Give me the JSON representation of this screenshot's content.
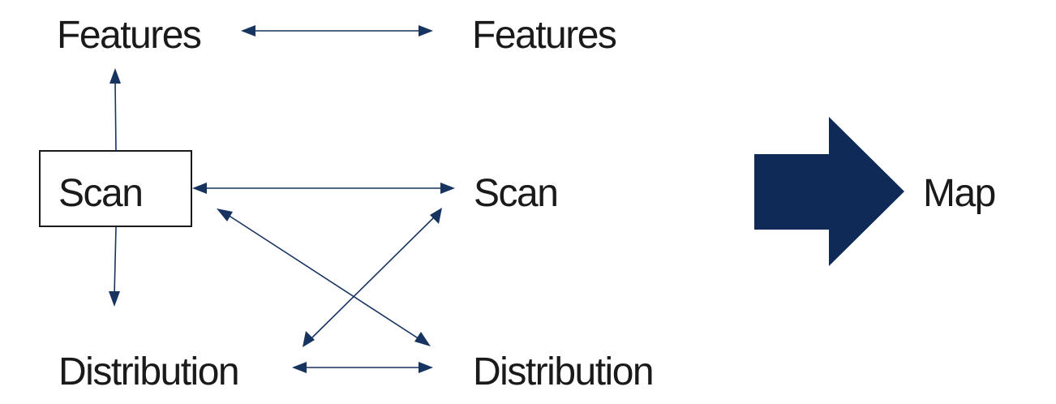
{
  "nodes": {
    "left_features": "Features",
    "right_features": "Features",
    "left_scan": "Scan",
    "right_scan": "Scan",
    "left_distribution": "Distribution",
    "right_distribution": "Distribution",
    "result": "Map"
  },
  "colors": {
    "connector": "#17335f",
    "big_arrow": "#102a58",
    "text": "#1a1a1a"
  }
}
